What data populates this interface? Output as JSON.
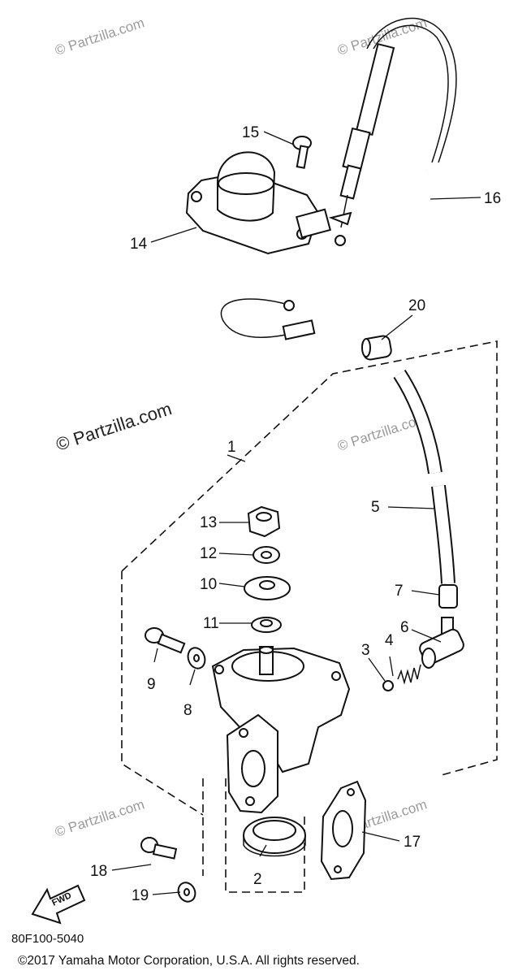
{
  "watermark": {
    "brand": "Partzilla.com",
    "large": "© Partzilla.com",
    "small": "© Partzilla.com"
  },
  "callouts": {
    "c1": "1",
    "c2": "2",
    "c3": "3",
    "c4": "4",
    "c5": "5",
    "c6": "6",
    "c7": "7",
    "c8": "8",
    "c9": "9",
    "c10": "10",
    "c11": "11",
    "c12": "12",
    "c13": "13",
    "c14": "14",
    "c15": "15",
    "c16": "16",
    "c17": "17",
    "c18": "18",
    "c19": "19",
    "c20": "20"
  },
  "fwd_label": "FWD",
  "diagram_code": "80F100-5040",
  "copyright": "©2017  Yamaha Motor Corporation, U.S.A. All rights reserved."
}
